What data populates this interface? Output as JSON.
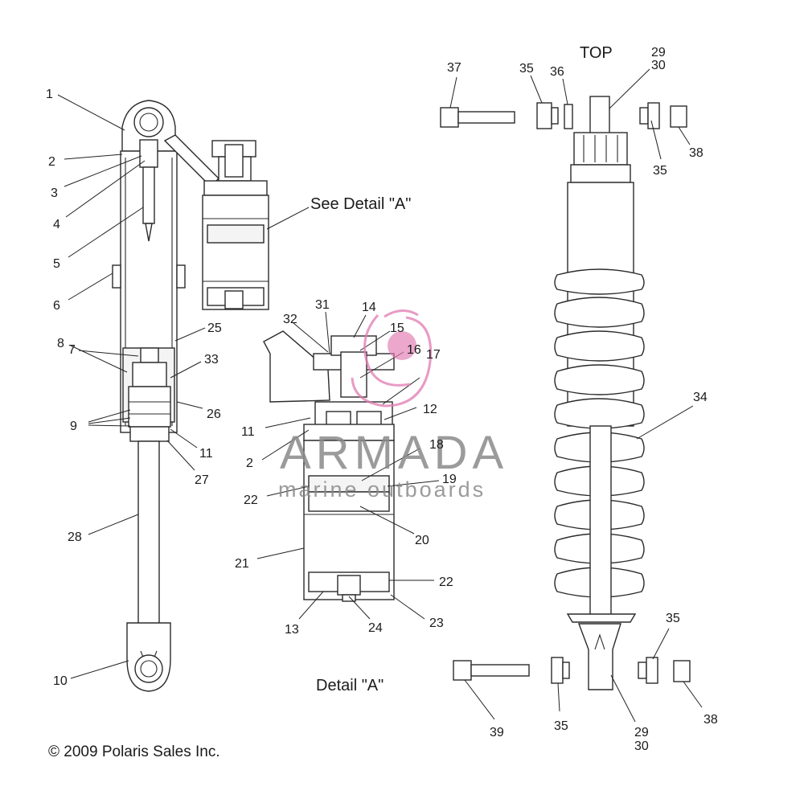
{
  "labels": {
    "l1": "1",
    "l2": "2",
    "l3": "3",
    "l4": "4",
    "l5": "5",
    "l6": "6",
    "l7": "7",
    "l8": "8",
    "l9": "9",
    "l10": "10",
    "l25": "25",
    "l33": "33",
    "l26": "26",
    "l11": "11",
    "l27": "27",
    "l28": "28",
    "d31": "31",
    "d32": "32",
    "d14": "14",
    "d15": "15",
    "d16": "16",
    "d17": "17",
    "d12": "12",
    "d11": "11",
    "d2": "2",
    "d18": "18",
    "d19": "19",
    "d22a": "22",
    "d20": "20",
    "d21": "21",
    "d22b": "22",
    "d13": "13",
    "d24": "24",
    "d23": "23",
    "r37": "37",
    "r35a": "35",
    "r36": "36",
    "r29a": "29",
    "r30a": "30",
    "r35b": "35",
    "r38a": "38",
    "r34": "34",
    "r35c": "35",
    "r39": "39",
    "r35d": "35",
    "r29b": "29",
    "r30b": "30",
    "r38b": "38"
  },
  "captions": {
    "see_detail": "See Detail \"A\"",
    "detail": "Detail \"A\"",
    "top": "TOP",
    "copyright": "© 2009 Polaris Sales Inc."
  },
  "watermark": {
    "brand": "ARMADA",
    "tagline": "marine outboards",
    "logo_color": "#e07ab0"
  }
}
